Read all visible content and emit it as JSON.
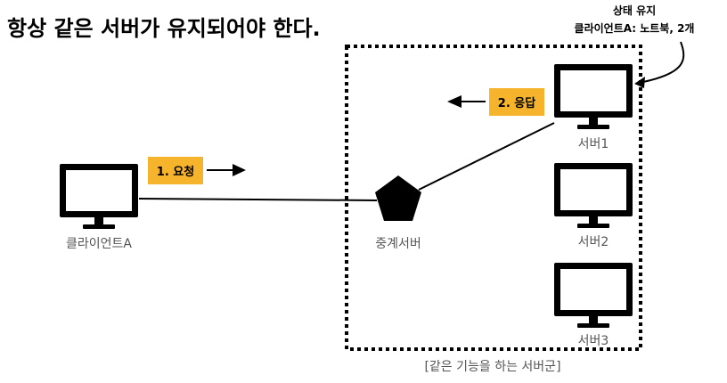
{
  "title": "항상 같은 서버가 유지되어야 한다.",
  "note": {
    "line1": "상태 유지",
    "line2": "클라이언트A: 노트북, 2개"
  },
  "client": {
    "label": "클라이언트A"
  },
  "proxy": {
    "label": "중계서버"
  },
  "servers": [
    {
      "label": "서버1"
    },
    {
      "label": "서버2"
    },
    {
      "label": "서버3"
    }
  ],
  "group_label": "[같은 기능을 하는 서버군]",
  "request_tag": "1. 요청",
  "response_tag": "2. 응답",
  "colors": {
    "tag_bg": "#F6B42C",
    "ink": "#000000",
    "label_text": "#555555"
  }
}
